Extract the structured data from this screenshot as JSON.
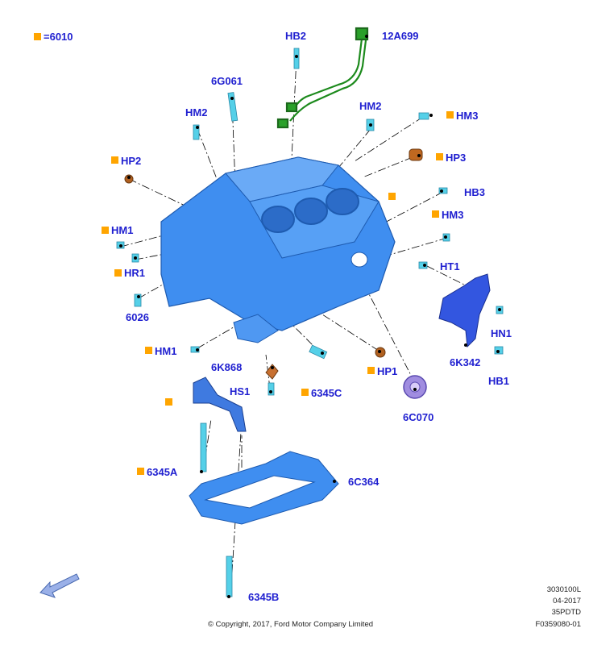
{
  "legend": {
    "code": "=6010"
  },
  "colors": {
    "label": "#1f1fd0",
    "marker": "#ffa500",
    "block": "#3f8ef0",
    "fastener": "#55d0e8",
    "harness": "#1c8a1c",
    "bracket": "#3356e0",
    "plug": "#a08de0",
    "mount": "#b06020"
  },
  "labels": {
    "hb2": "HB2",
    "p12a699": "12A699",
    "p6g061": "6G061",
    "hm2_left": "HM2",
    "hm2_right": "HM2",
    "hm3_top": "HM3",
    "hp2": "HP2",
    "hp3": "HP3",
    "hb3": "HB3",
    "hm3_right": "HM3",
    "hm1_upper": "HM1",
    "hr1": "HR1",
    "ht1": "HT1",
    "p6026": "6026",
    "hn1": "HN1",
    "p6k342": "6K342",
    "hm1_lower": "HM1",
    "p6k868": "6K868",
    "hp1": "HP1",
    "hb1": "HB1",
    "hs1": "HS1",
    "p6345c": "6345C",
    "p6c070": "6C070",
    "p6345a": "6345A",
    "p6c364": "6C364",
    "p6345b": "6345B"
  },
  "meta": {
    "line1": "3030100L",
    "line2": "04-2017",
    "line3": "35PDTD",
    "line4": "F0359080-01"
  },
  "copyright": "© Copyright, 2017, Ford Motor Company Limited"
}
